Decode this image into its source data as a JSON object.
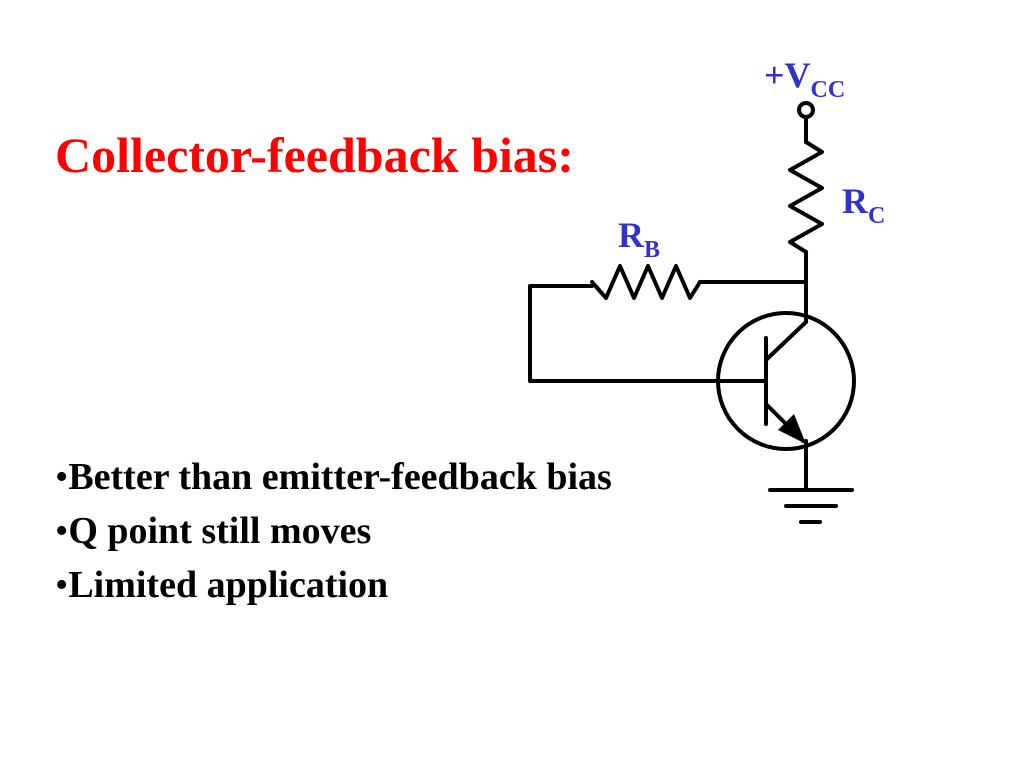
{
  "title": "Collector-feedback bias:",
  "bullets": [
    "Better than emitter-feedback bias",
    "Q point still moves",
    "Limited application"
  ],
  "bullet_symbol": "•",
  "labels": {
    "vcc": {
      "main": "+V",
      "sub": "CC"
    },
    "rc": {
      "main": "R",
      "sub": "C"
    },
    "rb": {
      "main": "R",
      "sub": "B"
    }
  },
  "colors": {
    "title": "#ff0000",
    "labels": "#3333cc",
    "wire": "#000000",
    "text": "#000000"
  }
}
